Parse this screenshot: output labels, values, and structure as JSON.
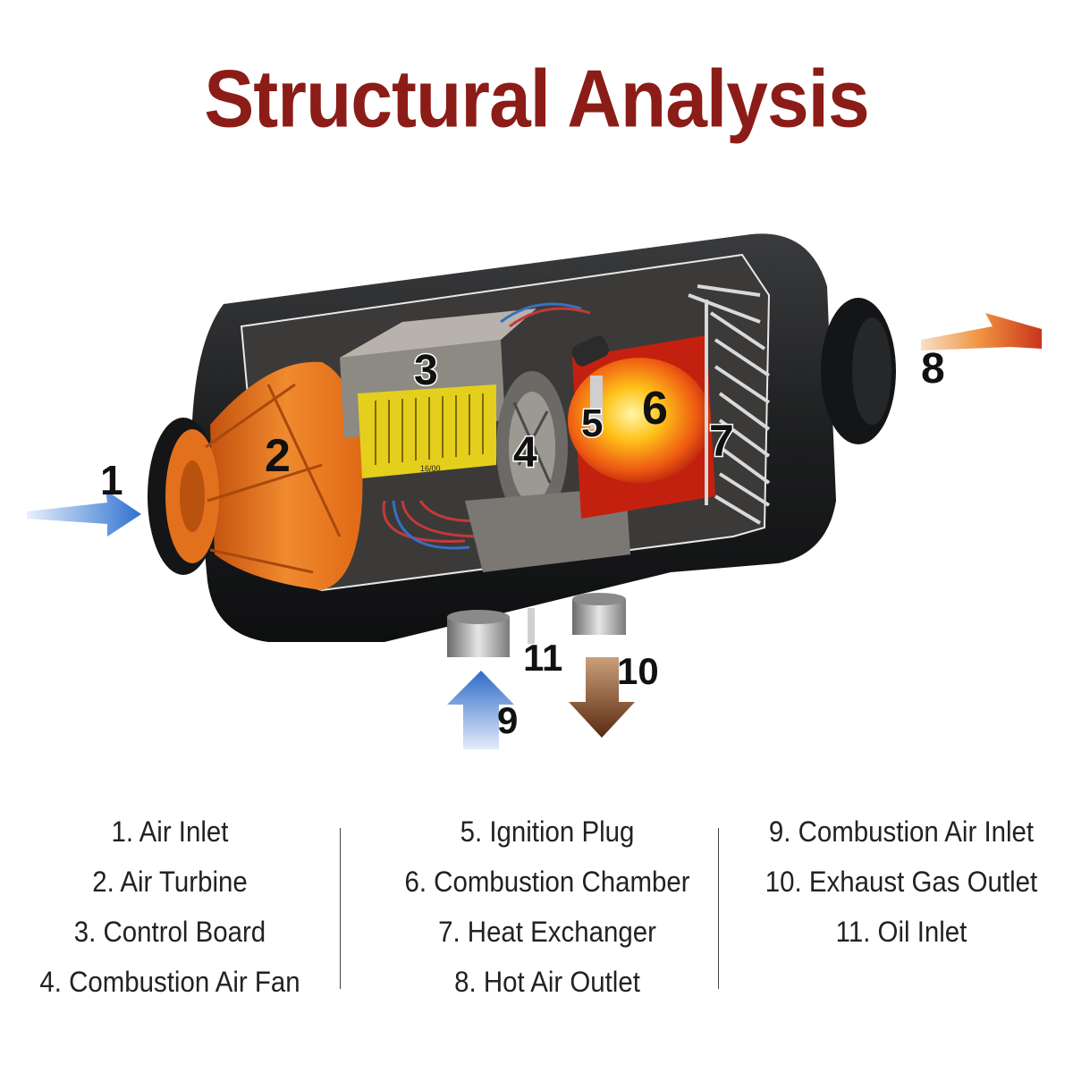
{
  "title": "Structural Analysis",
  "callouts": [
    "1",
    "2",
    "3",
    "4",
    "5",
    "6",
    "7",
    "8",
    "9",
    "10",
    "11"
  ],
  "label_text": "16/00",
  "legend": {
    "col1": [
      "1. Air Inlet",
      "2. Air Turbine",
      "3. Control Board",
      "4. Combustion Air Fan"
    ],
    "col2": [
      "5. Ignition Plug",
      "6. Combustion Chamber",
      "7. Heat Exchanger",
      "8. Hot Air Outlet"
    ],
    "col3": [
      "9. Combustion Air Inlet",
      "10. Exhaust Gas Outlet",
      "11. Oil Inlet"
    ]
  },
  "colors": {
    "title": "#8b1c17",
    "housing": "#1e1f20",
    "turbine": "#e8731f",
    "control_board": "#e9d21c",
    "combustion": "#e84a10",
    "air_in_arrow": "#3f7fd6",
    "hot_air_arrow": "#d8542a",
    "exhaust_arrow": "#6b3418"
  },
  "icons": [
    "air-inlet-arrow-icon",
    "hot-air-outlet-arrow-icon",
    "combustion-air-inlet-arrow-icon",
    "exhaust-gas-outlet-arrow-icon"
  ]
}
